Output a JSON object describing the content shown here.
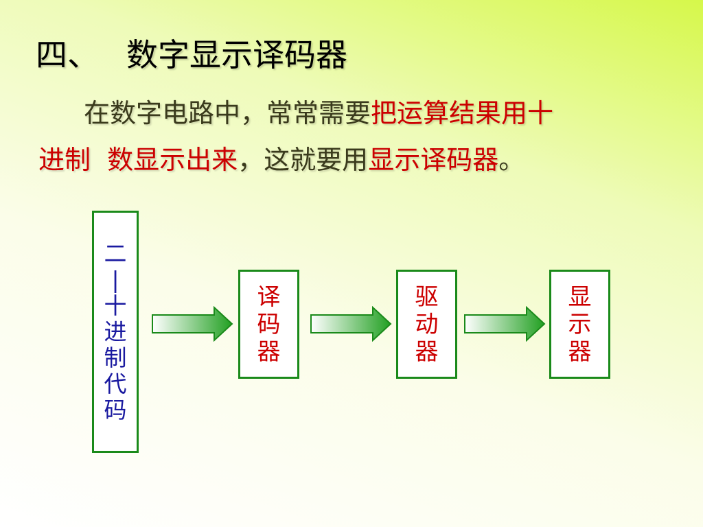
{
  "title": {
    "number": "四、",
    "text": "数字显示译码器"
  },
  "paragraph": {
    "line1_normal": "在数字电路中，常常需要",
    "line1_highlight": "把运算结果用十",
    "line2_highlight_a": "进制  数显示出来",
    "line2_normal": "，这就要用",
    "line2_highlight_b": "显示译码器",
    "line2_end": "。"
  },
  "diagram": {
    "input_box": [
      "二",
      "|",
      "十",
      "进",
      "制",
      "代",
      "码"
    ],
    "decoder_box": [
      "译",
      "码",
      "器"
    ],
    "driver_box": [
      "驱",
      "动",
      "器"
    ],
    "display_box": [
      "显",
      "示",
      "器"
    ]
  },
  "colors": {
    "highlight_text": "#cc0000",
    "normal_text": "#3a3a1c",
    "box_border": "#1a8a1a",
    "input_text": "#1a1aa0",
    "arrow_green": "#22a022"
  }
}
